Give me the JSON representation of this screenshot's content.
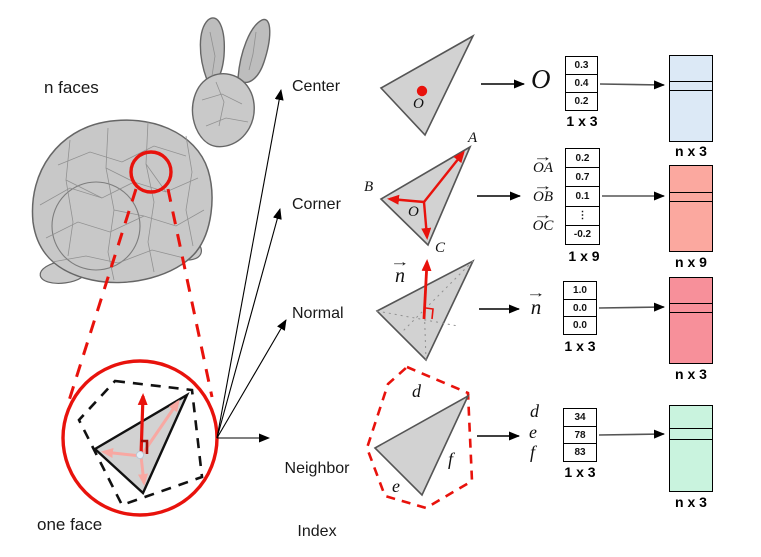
{
  "figure": {
    "mesh_label": "n faces",
    "one_face_label": "one face",
    "colors": {
      "accent_red": "#e8120c",
      "triangle_gray": "#d2d2d2",
      "center_matrix": "#dce9f6",
      "corner_matrix": "#fba89f",
      "normal_matrix": "#f7909a",
      "neighbor_matrix": "#c9f3de"
    }
  },
  "rows": [
    {
      "label": "Center",
      "symbol": "O",
      "vector": {
        "values": [
          "0.3",
          "0.4",
          "0.2"
        ],
        "dim": "1 x 3"
      },
      "matrix": {
        "dim": "n x 3",
        "color": "#dce9f6"
      }
    },
    {
      "label": "Corner",
      "symbols": [
        {
          "overarrow": "→",
          "text": "OA"
        },
        {
          "overarrow": "→",
          "text": "OB"
        },
        {
          "overarrow": "→",
          "text": "OC"
        }
      ],
      "vector": {
        "values": [
          "0.2",
          "0.7",
          "0.1",
          "⋮",
          "-0.2"
        ],
        "dim": "1 x 9"
      },
      "matrix": {
        "dim": "n x 9",
        "color": "#fba89f"
      }
    },
    {
      "label": "Normal",
      "symbol": {
        "overarrow": "→",
        "text": "n"
      },
      "vector": {
        "values": [
          "1.0",
          "0.0",
          "0.0"
        ],
        "dim": "1 x 3"
      },
      "matrix": {
        "dim": "n x 3",
        "color": "#f7909a"
      }
    },
    {
      "label_lines": [
        "Neighbor",
        "Index"
      ],
      "symbols": [
        "d",
        "e",
        "f"
      ],
      "vector": {
        "values": [
          "34",
          "78",
          "83"
        ],
        "dim": "1 x 3"
      },
      "matrix": {
        "dim": "n x 3",
        "color": "#c9f3de"
      }
    }
  ],
  "triangles": {
    "center": {
      "origin": "O"
    },
    "corner": {
      "vertex_a": "A",
      "vertex_b": "B",
      "vertex_c": "C",
      "origin": "O"
    },
    "normal": {
      "symbol": {
        "overarrow": "→",
        "text": "n"
      }
    },
    "neighbor": {
      "region_d": "d",
      "region_e": "e",
      "region_f": "f"
    }
  }
}
